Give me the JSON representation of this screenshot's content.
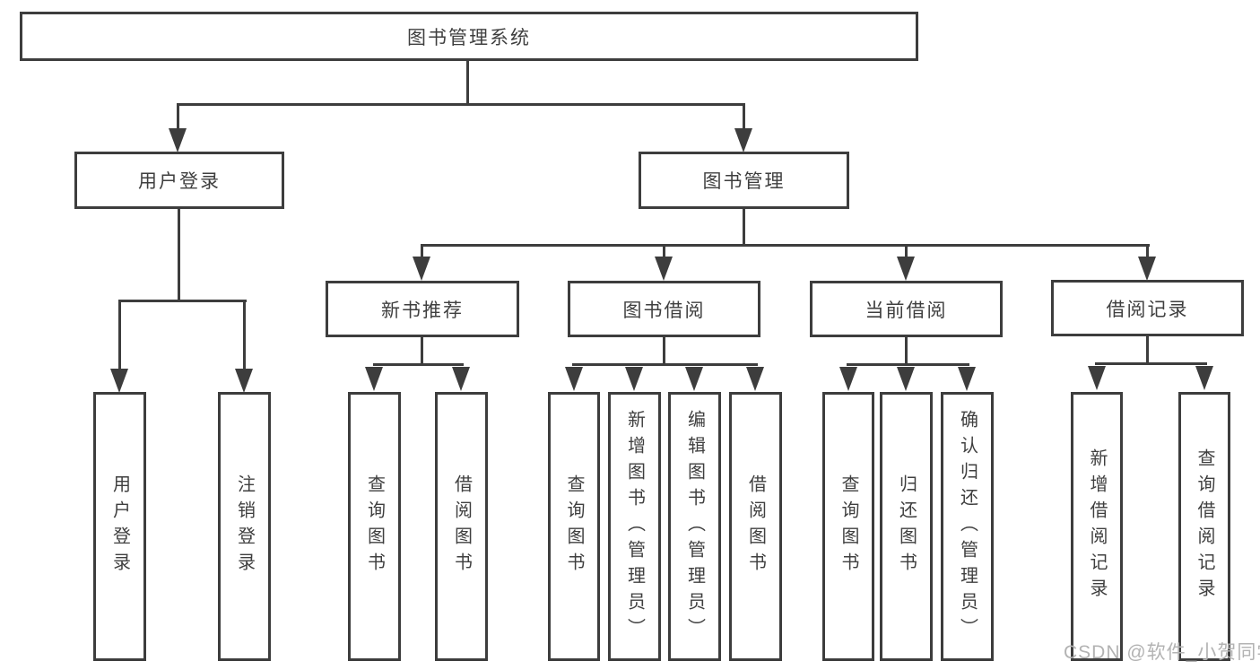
{
  "diagram": {
    "tree": {
      "label": "图书管理系统",
      "children": [
        {
          "label": "用户登录",
          "children": [
            {
              "label": "用户登录"
            },
            {
              "label": "注销登录"
            }
          ]
        },
        {
          "label": "图书管理",
          "children": [
            {
              "label": "新书推荐",
              "children": [
                {
                  "label": "查询图书"
                },
                {
                  "label": "借阅图书"
                }
              ]
            },
            {
              "label": "图书借阅",
              "children": [
                {
                  "label": "查询图书"
                },
                {
                  "label": "新增图书（管理员）"
                },
                {
                  "label": "编辑图书（管理员）"
                },
                {
                  "label": "借阅图书"
                }
              ]
            },
            {
              "label": "当前借阅",
              "children": [
                {
                  "label": "查询图书"
                },
                {
                  "label": "归还图书"
                },
                {
                  "label": "确认归还（管理员）"
                }
              ]
            },
            {
              "label": "借阅记录",
              "children": [
                {
                  "label": "新增借阅记录"
                },
                {
                  "label": "查询借阅记录"
                }
              ]
            }
          ]
        }
      ]
    },
    "watermark": {
      "text": "CSDN @软件_小贺同学"
    },
    "colors": {
      "line": "#3d3d3d",
      "text": "#3f3f3f",
      "watermark": "#b3b3b3",
      "background": "#ffffff"
    }
  }
}
